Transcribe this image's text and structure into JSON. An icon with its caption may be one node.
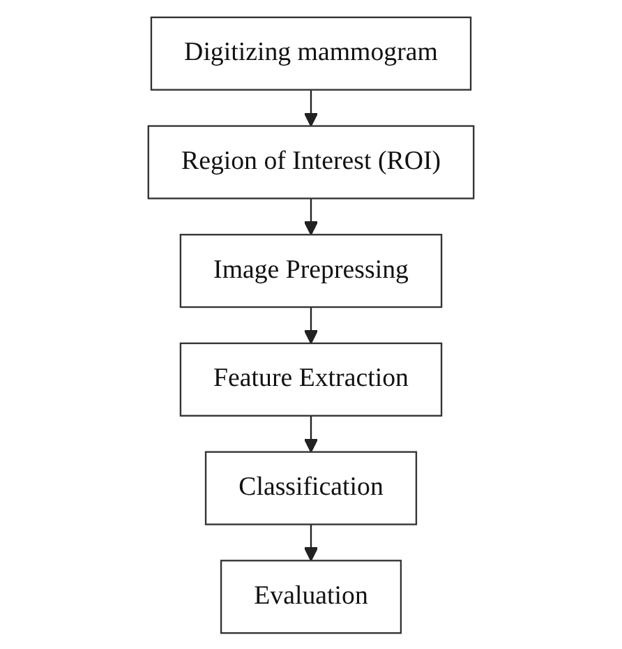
{
  "diagram": {
    "nodes": [
      {
        "text": [
          "Digitizing mammogram"
        ]
      },
      {
        "text": [
          "Region of Interest (ROI)"
        ]
      },
      {
        "text": [
          "Image Prepressing"
        ]
      },
      {
        "text": [
          "Feature Extraction"
        ]
      },
      {
        "text": [
          "Classification"
        ]
      },
      {
        "text": [
          "Evaluation"
        ]
      }
    ],
    "edges": [
      {
        "from": 0,
        "to": 1,
        "arrow": "to"
      },
      {
        "from": 1,
        "to": 2,
        "arrow": "to"
      },
      {
        "from": 2,
        "to": 3,
        "arrow": "to"
      },
      {
        "from": 3,
        "to": 4,
        "arrow": "to"
      },
      {
        "from": 4,
        "to": 5,
        "arrow": "to"
      }
    ]
  }
}
